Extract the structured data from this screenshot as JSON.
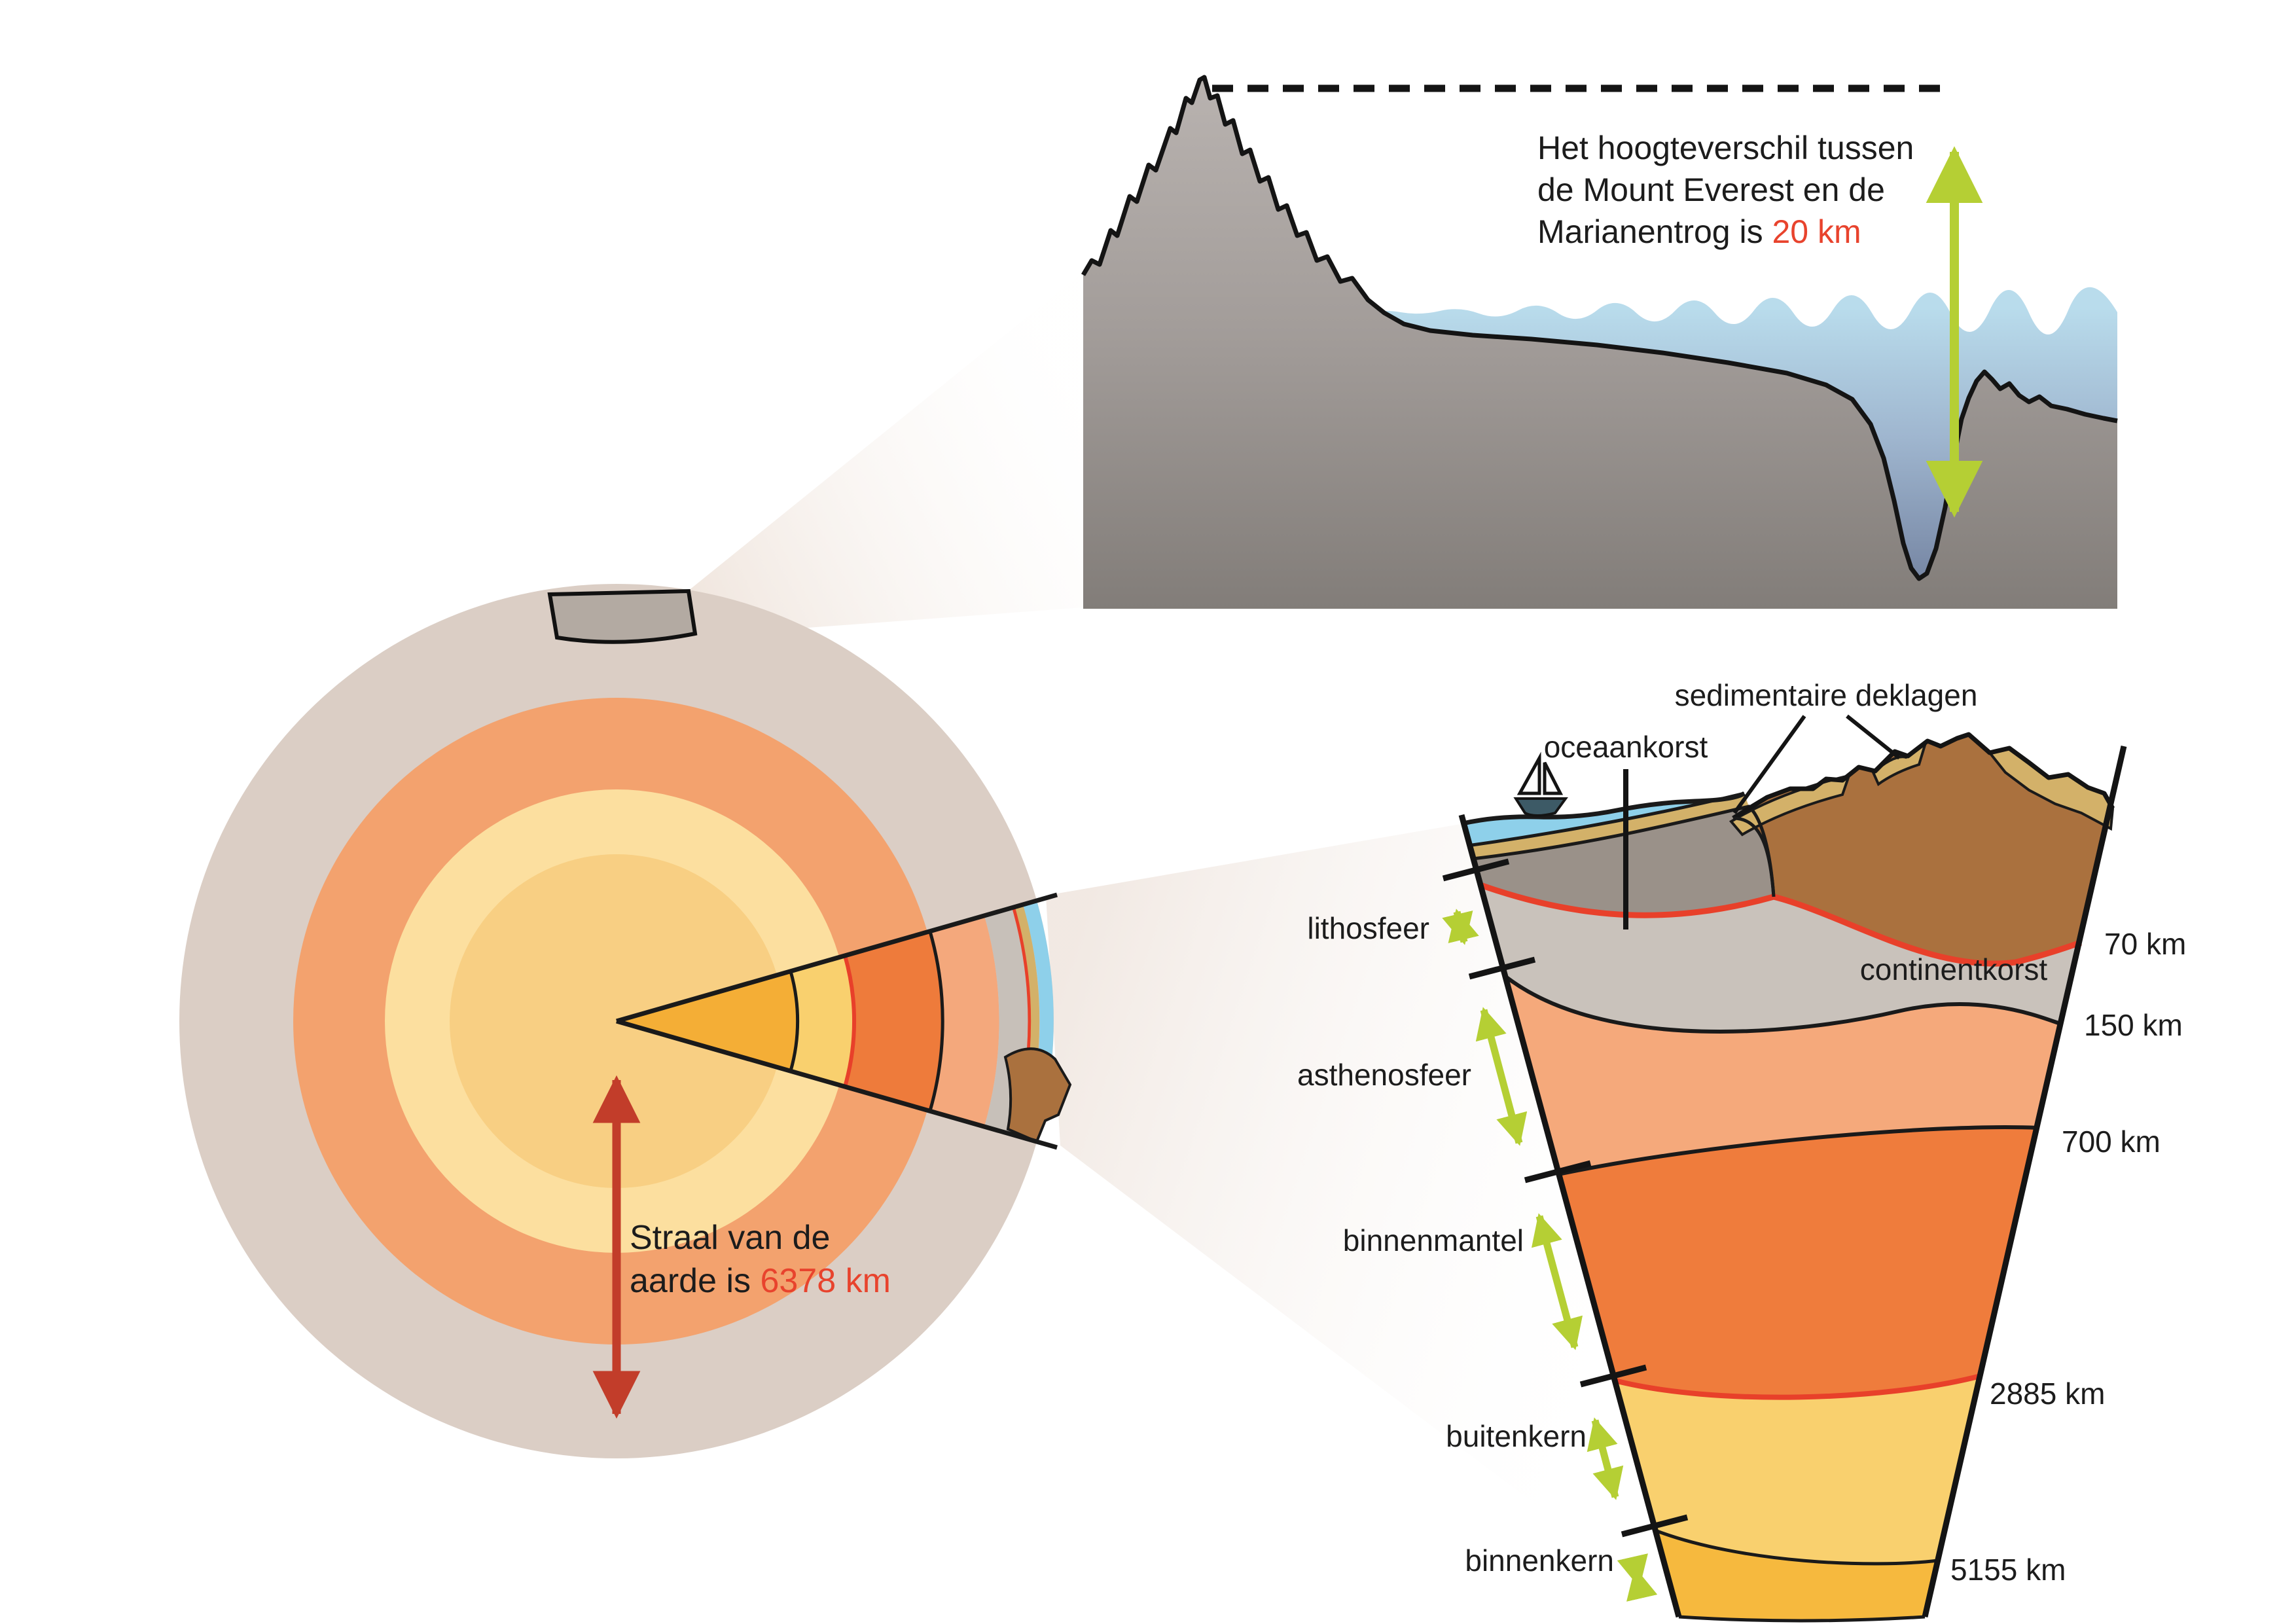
{
  "overview_panel": {
    "caption": {
      "line1": "Het hoogteverschil tussen",
      "line2": "de Mount Everest en de",
      "line3_prefix": "Marianentrog is ",
      "highlight_value": "20 km"
    }
  },
  "globe": {
    "radius_caption": {
      "line1": "Straal van de",
      "line2_prefix": "aarde is ",
      "highlight_value": "6378 km"
    }
  },
  "cross_section": {
    "surface_labels": {
      "sediment": "sedimentaire deklagen",
      "ocean_crust": "oceaankorst",
      "continental_crust": "continentkorst"
    },
    "layer_labels": [
      "lithosfeer",
      "asthenosfeer",
      "binnenmantel",
      "buitenkern",
      "binnenkern"
    ],
    "depth_labels": [
      "70 km",
      "150 km",
      "700 km",
      "2885 km",
      "5155 km"
    ]
  },
  "colors": {
    "accent_green": "#b5cf34",
    "accent_red_text": "#e8432d",
    "boundary_red": "#e8402a",
    "radius_arrow_red": "#c23d2a",
    "globe_ring_outer": "#dbcec5",
    "globe_ring_mantle": "#f3a26e",
    "globe_ring_outer_core": "#fcdf9f",
    "globe_ring_inner_core": "#f8cf83",
    "sector_inner_core": "#f4ae36",
    "wedge_outer_core": "#f9d06e",
    "wedge_inner_core": "#f6b93e",
    "wedge_mantle_orange": "#ef7c3c",
    "wedge_asthenosphere": "#f5a97b",
    "wedge_lithosphere_gray": "#c9c2bb",
    "wedge_ocean_crust_gray": "#9a9189",
    "wedge_sediment_tan": "#d3b169",
    "wedge_continent_brown": "#aa713e",
    "wedge_water_blue": "#8ed0ea",
    "panel_mountain_gray": "#aca6a2",
    "panel_water_deep": "#72819f"
  }
}
